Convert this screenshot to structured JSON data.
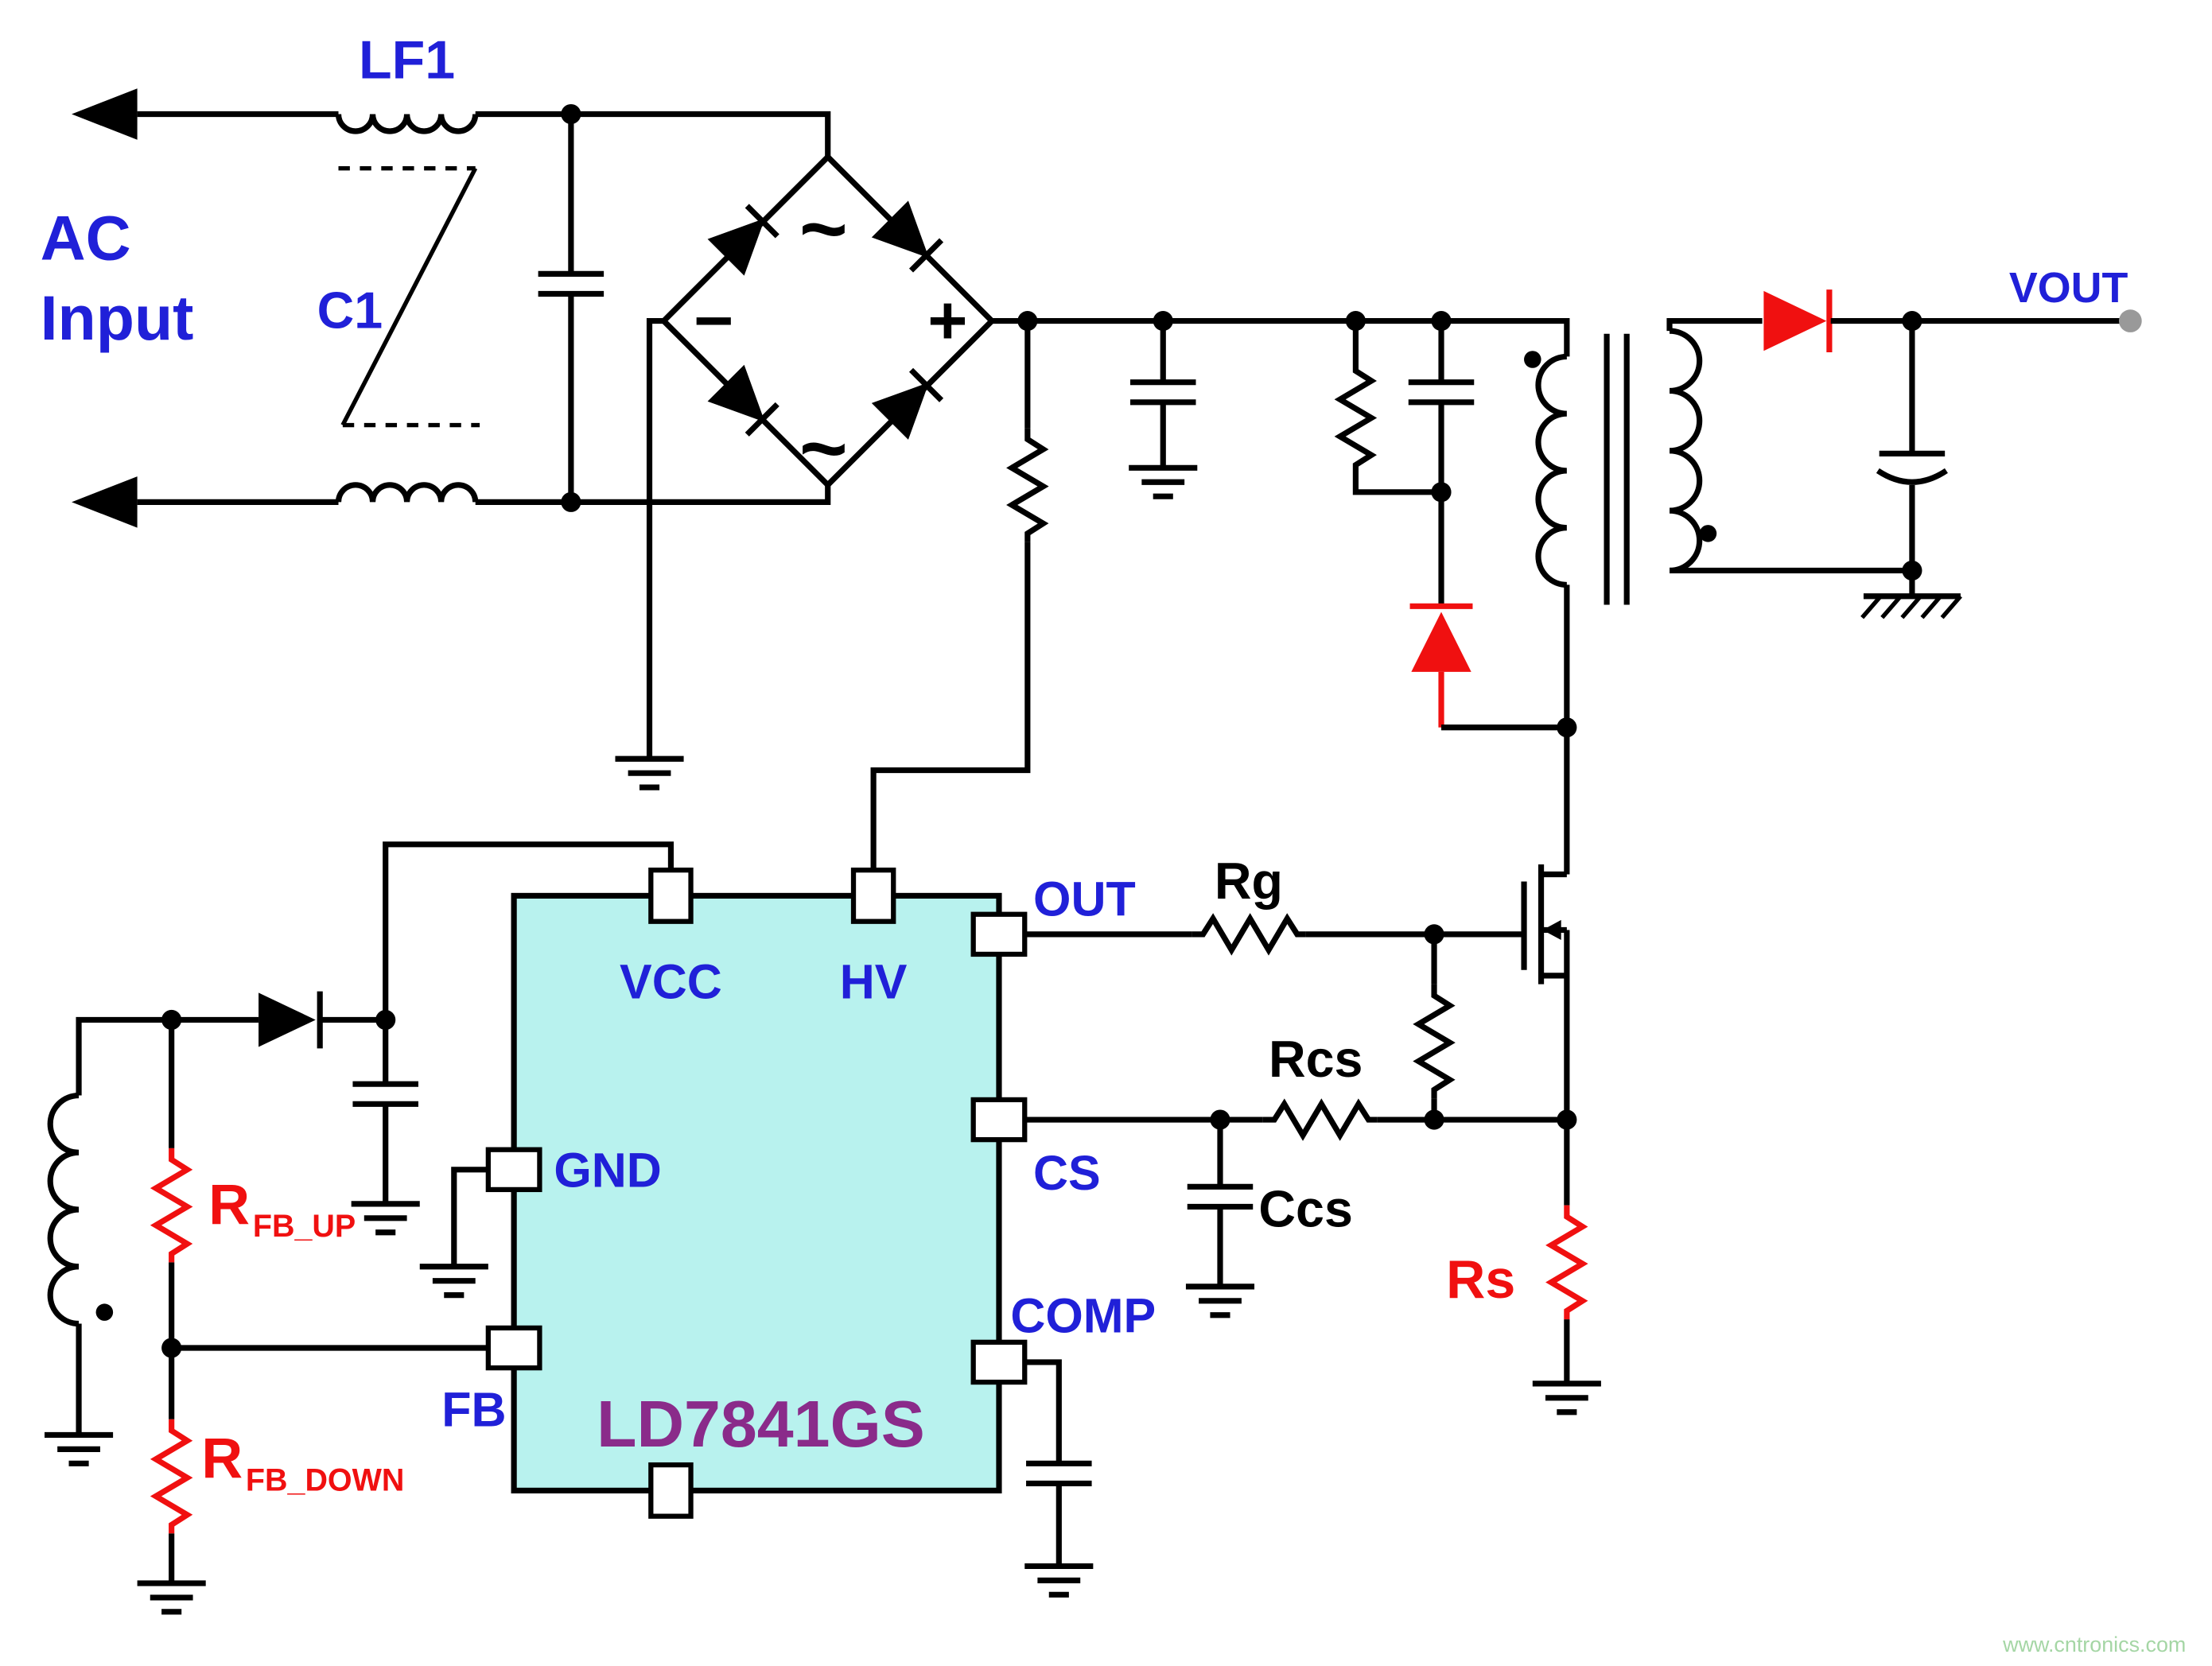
{
  "schematic": {
    "ac_input": {
      "line1": "AC",
      "line2": "Input",
      "filter_inductor": "LF1",
      "filter_cap": "C1"
    },
    "bridge": {
      "ac_top": "~",
      "ac_bottom": "~",
      "plus": "+",
      "minus": "−"
    },
    "output": {
      "vout": "VOUT"
    },
    "ic": {
      "part": "LD7841GS",
      "pins": {
        "vcc": "VCC",
        "hv": "HV",
        "out": "OUT",
        "cs": "CS",
        "comp": "COMP",
        "gnd": "GND",
        "fb": "FB"
      }
    },
    "components": {
      "rg": "Rg",
      "rcs": "Rcs",
      "ccs": "Ccs",
      "rs": "Rs",
      "rfb_up": {
        "base": "R",
        "sub": "FB_UP"
      },
      "rfb_down": {
        "base": "R",
        "sub": "FB_DOWN"
      }
    },
    "colors": {
      "wire": "#000000",
      "label_blue": "#2020d8",
      "highlight_red": "#f01010",
      "ic_fill": "#b8f2ee",
      "ic_label_purple": "#8a2b8a",
      "terminal_gray": "#999999",
      "watermark_green": "#a5d6a5"
    },
    "watermark": "www.cntronics.com"
  }
}
